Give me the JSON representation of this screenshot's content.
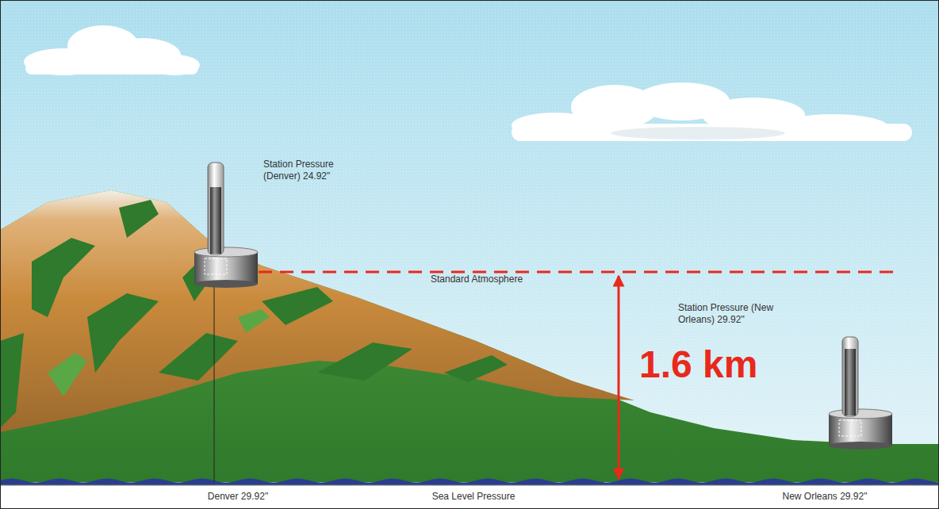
{
  "diagram": {
    "labels": [
      "Station Pressure (Denver) 24.92\"",
      "Standard Atmosphere",
      "Station Pressure (New Orleans) 29.92\"",
      "1.6 km",
      "Denver 29.92\"",
      "Sea Level Pressure",
      "New Orleans 29.92\""
    ]
  }
}
